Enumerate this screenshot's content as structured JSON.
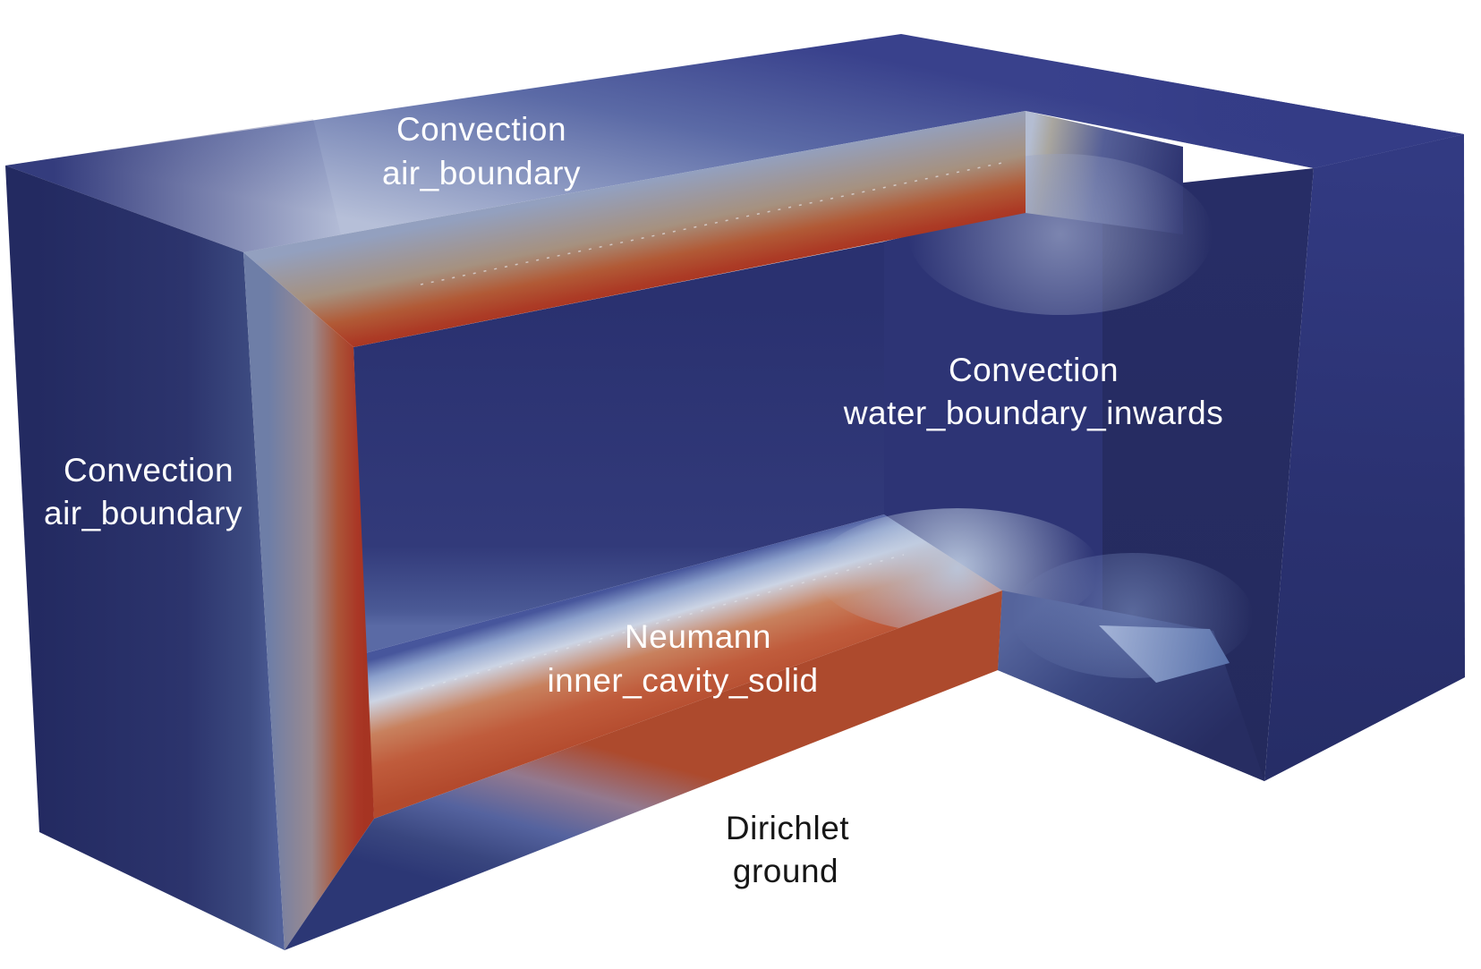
{
  "viewport": {
    "background": "#ffffff",
    "description": "3D cutaway render of a hollow solid block with thermal boundary conditions"
  },
  "colormap": {
    "cold_navy": "#2a3170",
    "hot_red": "#a93322",
    "warm_orange": "#c05c3c",
    "light_mid": "#ccd4e4",
    "steel_blue": "#7a90c2"
  },
  "annotations": {
    "air_top": {
      "line1": "Convection",
      "line2": "air_boundary",
      "color": "#ffffff"
    },
    "air_left": {
      "line1": "Convection",
      "line2": "air_boundary",
      "color": "#ffffff"
    },
    "water_right": {
      "line1": "Convection",
      "line2": "water_boundary_inwards",
      "color": "#ffffff"
    },
    "cavity_center": {
      "line1": "Neumann",
      "line2": "inner_cavity_solid",
      "color": "#ffffff"
    },
    "ground_bottom": {
      "line1": "Dirichlet",
      "line2": "ground",
      "color": "#161616"
    }
  }
}
